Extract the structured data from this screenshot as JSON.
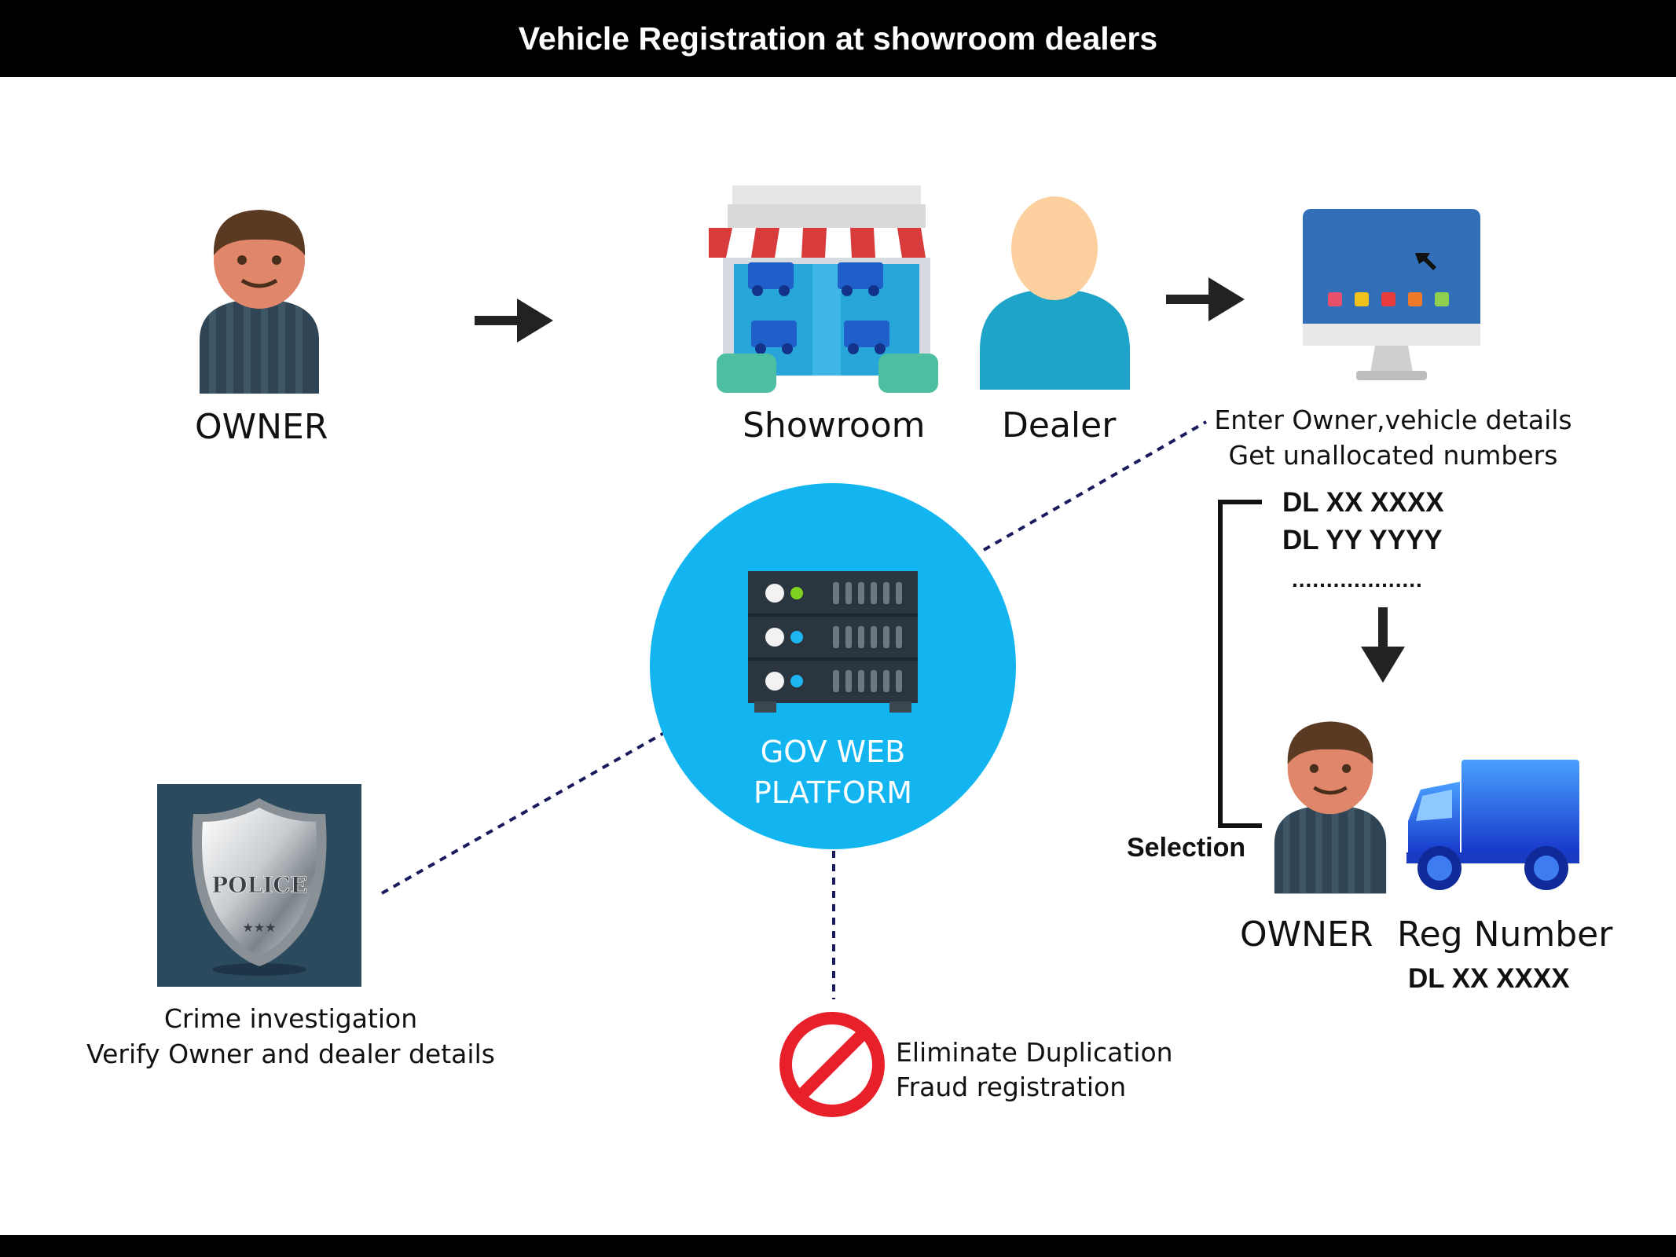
{
  "title": "Vehicle Registration at showroom dealers",
  "owner_label": "OWNER",
  "showroom_label": "Showroom",
  "dealer_label": "Dealer",
  "computer_caption": [
    "Enter Owner,vehicle details",
    "Get unallocated numbers"
  ],
  "numbers": [
    "DL XX XXXX",
    "DL YY YYYY",
    "..................."
  ],
  "selection_label": "Selection",
  "final_owner_label": "OWNER",
  "reg_number_label": "Reg Number",
  "reg_number_value": "DL XX XXXX",
  "platform_label": [
    "GOV WEB",
    "PLATFORM"
  ],
  "police_badge_text": "POLICE",
  "police_caption": [
    "Crime investigation",
    "Verify Owner and dealer details"
  ],
  "prohibit_caption": [
    "Eliminate Duplication",
    "Fraud registration"
  ],
  "icons": [
    "person-icon",
    "arrow-right-icon",
    "showroom-icon",
    "dealer-icon",
    "computer-icon",
    "server-icon",
    "police-shield-icon",
    "prohibit-icon",
    "truck-icon",
    "arrow-down-icon"
  ],
  "colors": {
    "header_bg": "#000000",
    "platform_blue": "#12b5f0",
    "prohibit_red": "#e8202a",
    "dotted_line": "#1a1a5e"
  }
}
